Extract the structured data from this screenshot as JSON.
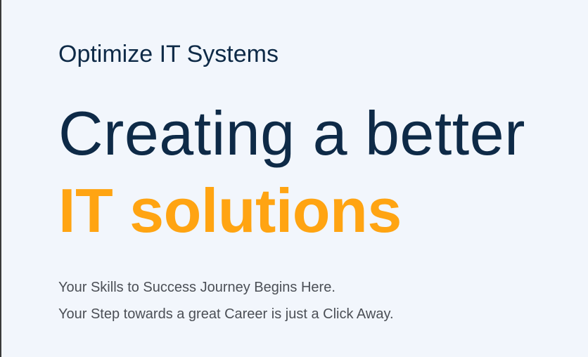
{
  "hero": {
    "eyebrow": "Optimize IT Systems",
    "headline": "Creating a better",
    "headline_accent": "IT solutions",
    "tagline_lines": [
      "Your Skills to Success Journey Begins Here.",
      "Your Step towards a great Career is just a Click Away."
    ]
  },
  "colors": {
    "background": "#f2f6fc",
    "heading": "#0e2a47",
    "accent": "#ffa412",
    "body_text": "#4b4f56"
  }
}
